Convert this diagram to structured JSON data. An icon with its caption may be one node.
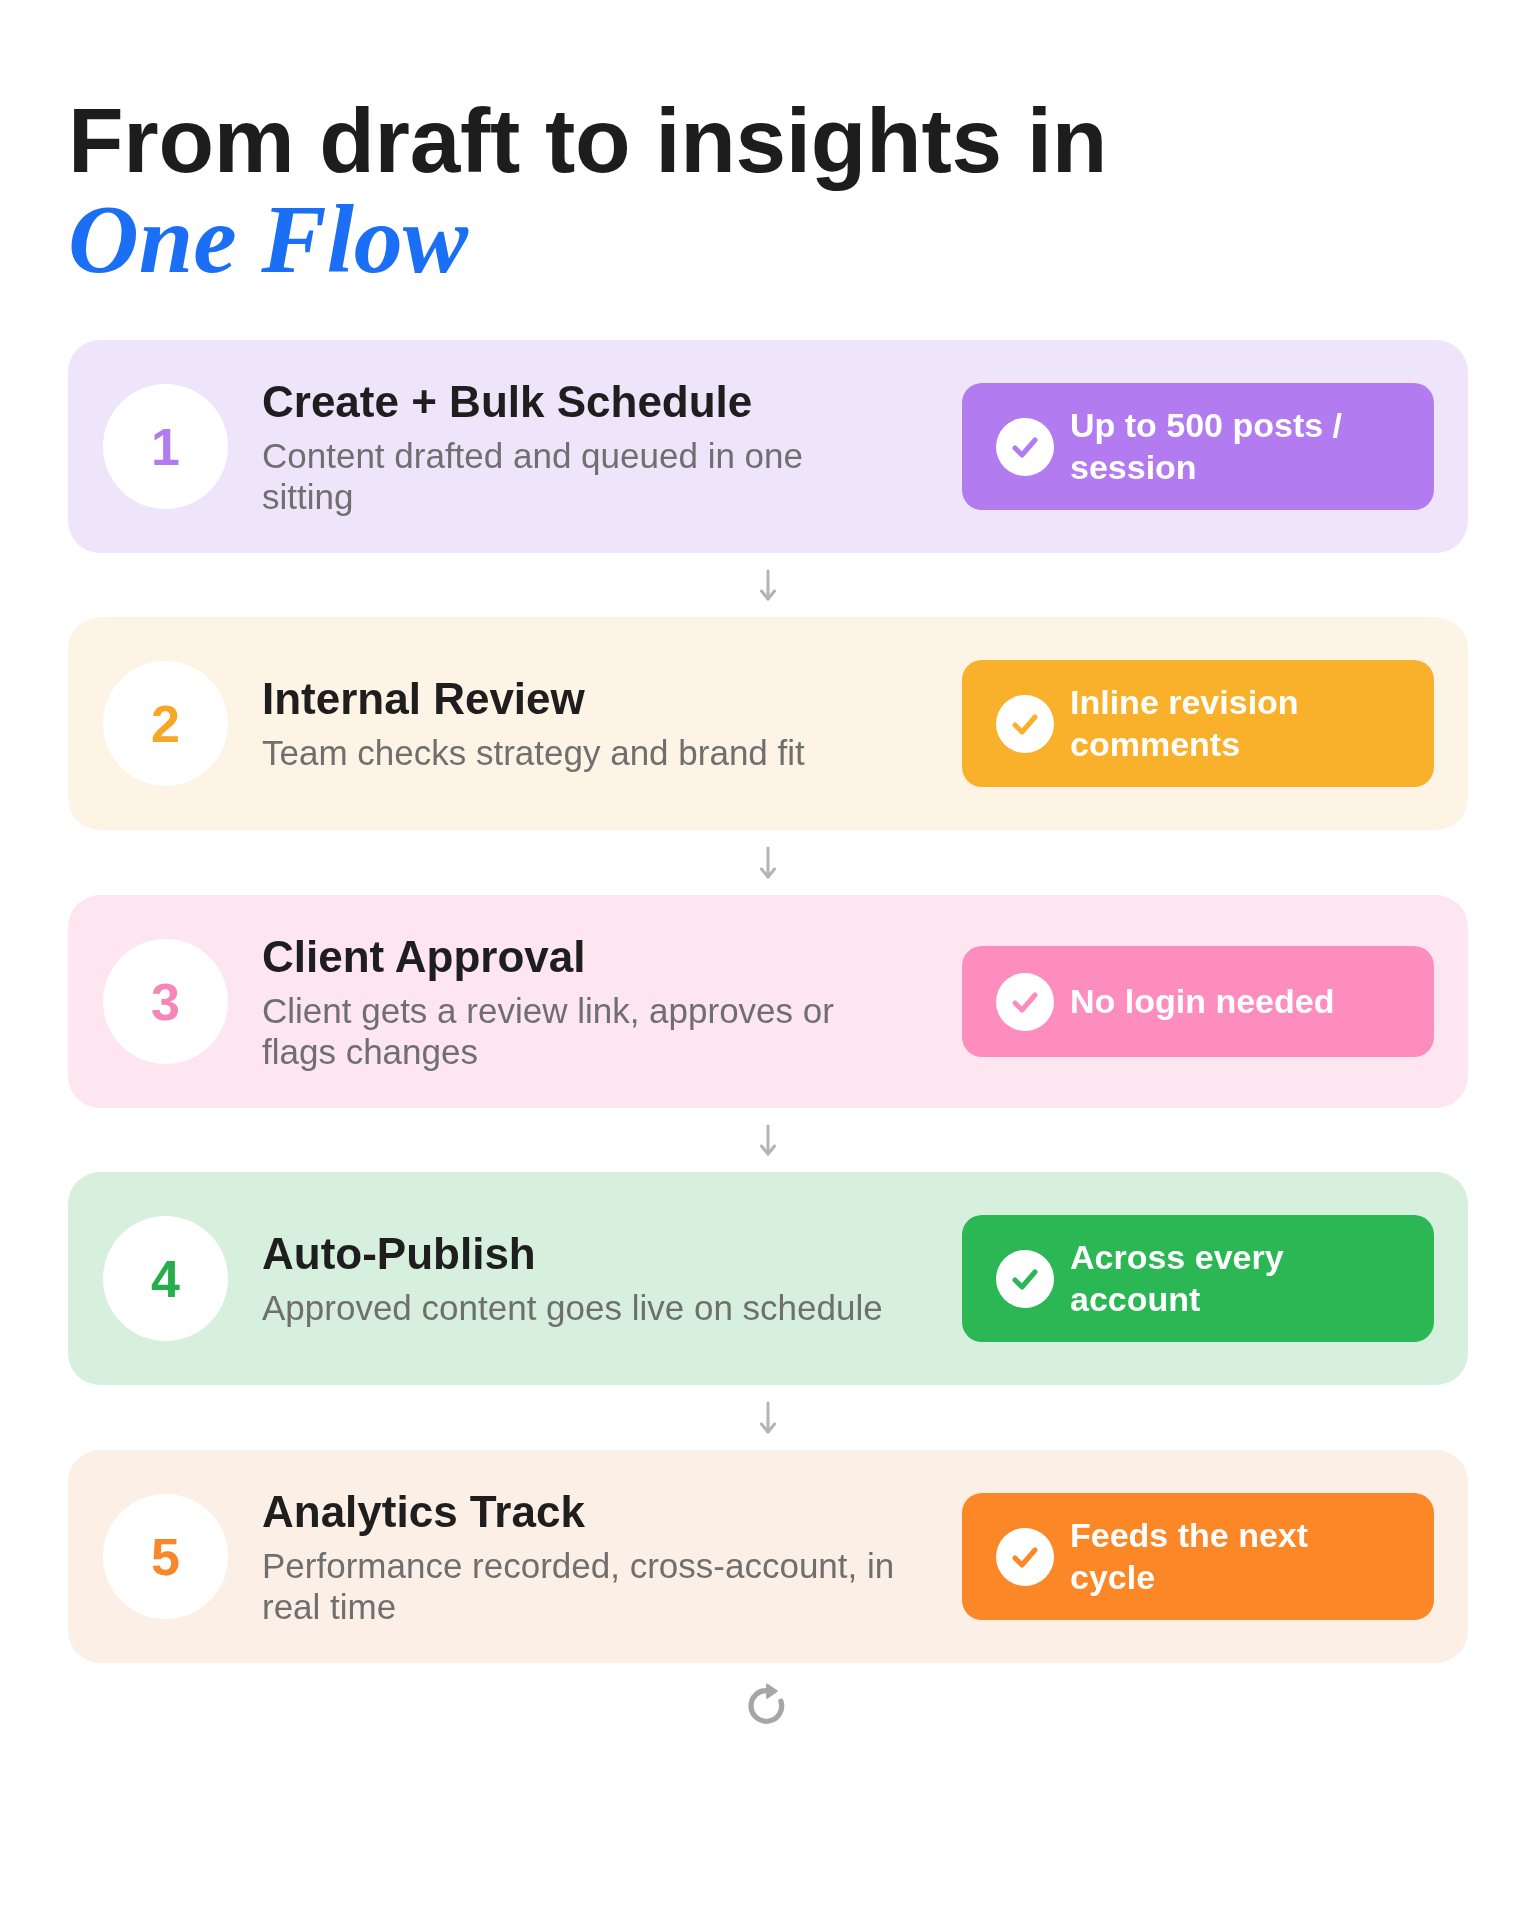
{
  "diagram": {
    "title": "From draft to insights in *One Flow*",
    "nodes": [
      {
        "text": [
          "Create + Bulk Schedule",
          "Content drafted and queued in one sitting"
        ]
      },
      {
        "text": [
          "1"
        ],
        "in": 0
      },
      {
        "text": [
          "Up to 500 posts / session"
        ],
        "in": 0
      },
      {
        "text": [
          "Internal Review",
          "Team checks strategy and brand fit"
        ]
      },
      {
        "text": [
          "2"
        ],
        "in": 3
      },
      {
        "text": [
          "Inline revision comments"
        ],
        "in": 3
      },
      {
        "text": [
          "Client Approval",
          "Client gets a review link, approves or flags changes"
        ]
      },
      {
        "text": [
          "3"
        ],
        "in": 6
      },
      {
        "text": [
          "No login needed"
        ],
        "in": 6
      },
      {
        "text": [
          "Auto-Publish",
          "Approved content goes live on schedule"
        ]
      },
      {
        "text": [
          "4"
        ],
        "in": 9
      },
      {
        "text": [
          "Across every account"
        ],
        "in": 9
      },
      {
        "text": [
          "Analytics Track",
          "Performance recorded, cross-account, in real time"
        ]
      },
      {
        "text": [
          "5"
        ],
        "in": 12
      },
      {
        "text": [
          "Feeds the next cycle"
        ],
        "in": 12
      }
    ],
    "edges": [
      {
        "from": 0,
        "to": 3,
        "arrow": "to"
      },
      {
        "from": 3,
        "to": 6,
        "arrow": "to"
      },
      {
        "from": 6,
        "to": 9,
        "arrow": "to"
      },
      {
        "from": 9,
        "to": 12,
        "arrow": "to"
      }
    ]
  }
}
